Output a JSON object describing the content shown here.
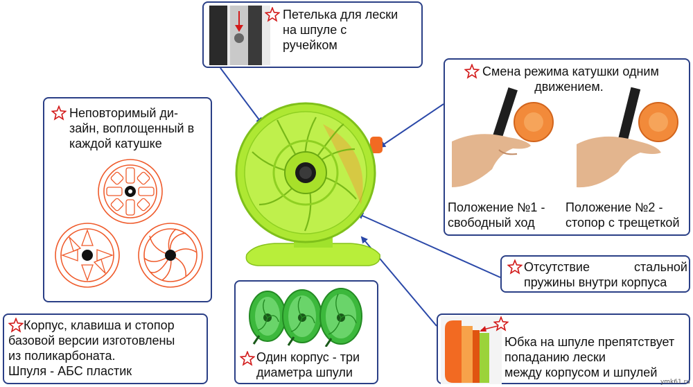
{
  "callouts": {
    "line_loop": {
      "text_lines": [
        "Петелька для лески",
        "на шпуле с",
        "ручейком"
      ]
    },
    "mode_switch": {
      "heading_lines": [
        "Смена режима катушки одним",
        "движением."
      ],
      "position1_lines": [
        "Положение №1 -",
        "свободный ход"
      ],
      "position2_lines": [
        "Положение №2 -",
        "стопор с трещеткой"
      ]
    },
    "unique_design": {
      "text_lines": [
        "Неповторимый ди-",
        "зайн, воплощенный в",
        "каждой катушке"
      ]
    },
    "no_spring": {
      "text_lines": [
        "Отсутствие стальной",
        "пружины внутри корпуса"
      ]
    },
    "materials": {
      "text_lines": [
        "Корпус, клавиша и стопор",
        "базовой версии изготовлены",
        "из поликарбоната.",
        "Шпуля - АБС пластик"
      ]
    },
    "one_body": {
      "text_lines": [
        "Один корпус - три",
        "диаметра шпули"
      ]
    },
    "skirt": {
      "text_lines": [
        "Юбка на шпуле препятствует",
        "попаданию лески",
        "между корпусом и шпулей"
      ]
    }
  },
  "watermark": "ymk61.ru",
  "colors": {
    "border": "#2a3f86",
    "arrow": "#2a48a8",
    "star": "#d21a1a",
    "reel_green": "#a8e82a",
    "reel_orange": "#f26a22",
    "spool_green": "#3cb83c"
  }
}
